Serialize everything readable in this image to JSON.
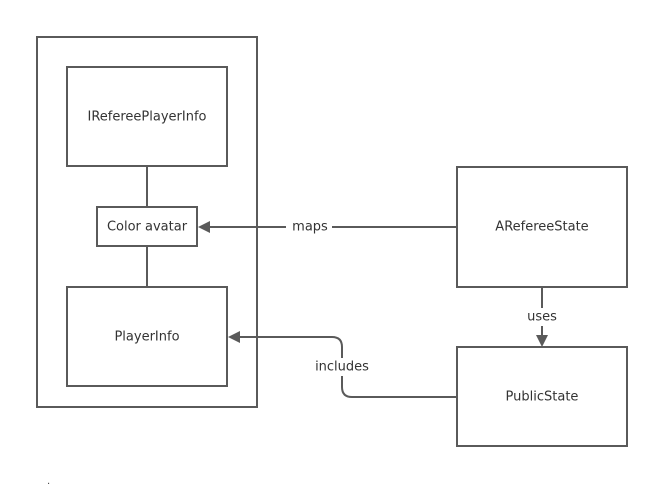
{
  "nodes": {
    "ireferee_player_info": "IRefereePlayerInfo",
    "color_avatar": "Color avatar",
    "player_info": "PlayerInfo",
    "areferee_state": "ARefereeState",
    "public_state": "PublicState"
  },
  "edges": {
    "maps": "maps",
    "uses": "uses",
    "includes": "includes"
  },
  "footnote": "."
}
